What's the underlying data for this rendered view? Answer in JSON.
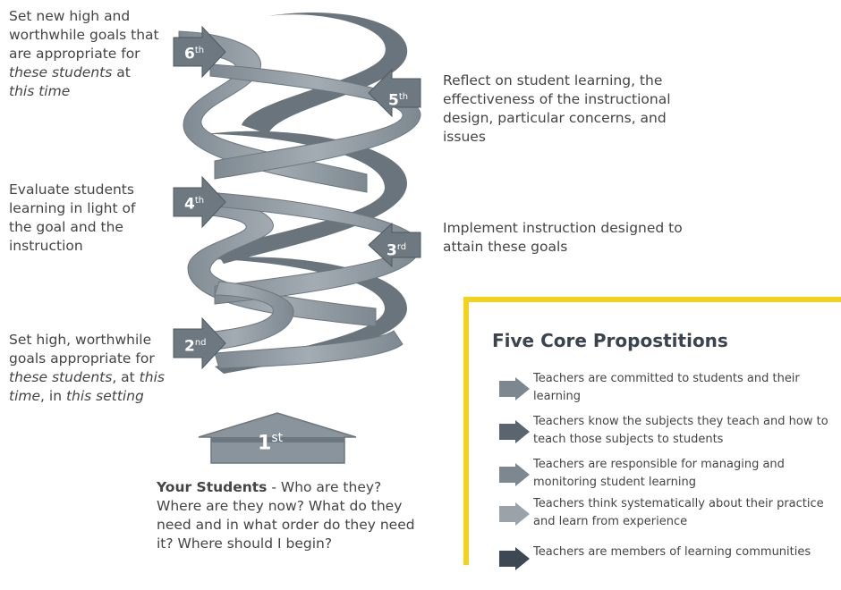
{
  "steps": {
    "sixth": {
      "num": "6",
      "sup": "th",
      "text_parts": [
        "Set new high and worthwhile goals that are appropriate for ",
        "these students",
        " at ",
        "this time"
      ]
    },
    "fifth": {
      "num": "5",
      "sup": "th",
      "text": "Reflect on student learning, the effectiveness of the instructional design, particular concerns, and issues"
    },
    "fourth": {
      "num": "4",
      "sup": "th",
      "text": "Evaluate students learning in light of the goal and the instruction"
    },
    "third": {
      "num": "3",
      "sup": "rd",
      "text": "Implement instruction designed to attain these goals"
    },
    "second": {
      "num": "2",
      "sup": "nd",
      "text_parts": [
        "Set high, worthwhile goals appropriate for ",
        "these students",
        ", at ",
        "this time",
        ", in ",
        "this setting"
      ]
    },
    "first": {
      "num": "1",
      "sup": "st",
      "bold": "Your Students",
      "text": " - Who are they? Where are they now? What do they need and in what order do they need it? Where should I begin?"
    }
  },
  "propositions": {
    "title": "Five Core Propostitions",
    "items": [
      {
        "text": "Teachers are committed to students and their learning",
        "color": "#7d8790"
      },
      {
        "text": "Teachers know the subjects they teach and how to teach those subjects to students",
        "color": "#5a6570"
      },
      {
        "text": "Teachers are responsible for managing and monitoring student learning",
        "color": "#7d8790"
      },
      {
        "text": "Teachers think systematically about their practice and learn from experience",
        "color": "#9aa3aa"
      },
      {
        "text": "Teachers are members of learning communities",
        "color": "#3d4852"
      }
    ]
  },
  "colors": {
    "ribbon": "#8c969e",
    "ribbon_dark": "#5f6a73",
    "accent": "#f4d21c",
    "arrow_text": "#ffffff"
  }
}
